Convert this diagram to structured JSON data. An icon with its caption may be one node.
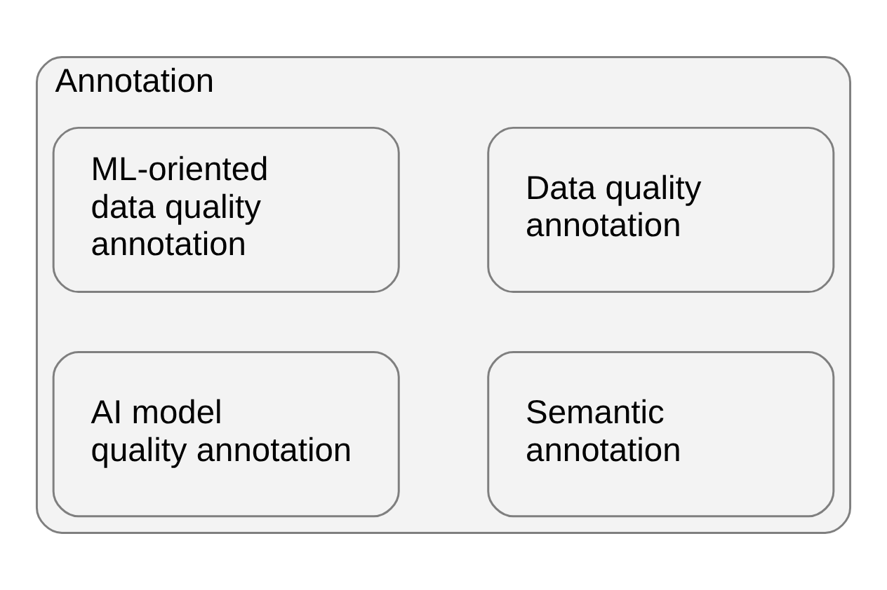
{
  "diagram": {
    "nodes": [
      {
        "text": [
          "Annotation"
        ]
      },
      {
        "text": [
          "Data quality annotation"
        ],
        "in": 0
      },
      {
        "text": [
          "ML-oriented data quality annotation"
        ],
        "in": 0
      },
      {
        "text": [
          "Semantic annotation"
        ],
        "in": 0
      },
      {
        "text": [
          "AI model quality annotation"
        ],
        "in": 0
      }
    ]
  }
}
